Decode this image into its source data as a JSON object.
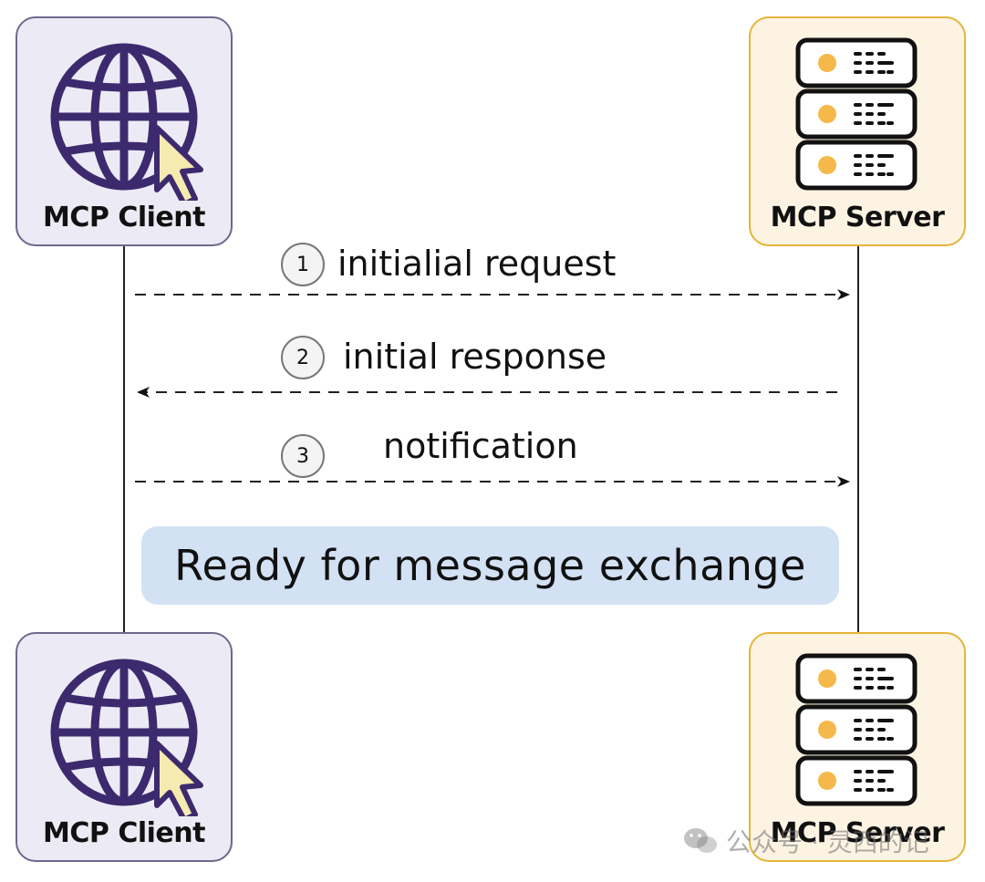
{
  "participants": {
    "client_label": "MCP Client",
    "server_label": "MCP Server"
  },
  "steps": [
    {
      "number": "1",
      "text": "initialial request",
      "direction": "client-to-server"
    },
    {
      "number": "2",
      "text": "initial response",
      "direction": "server-to-client"
    },
    {
      "number": "3",
      "text": "notification",
      "direction": "client-to-server"
    }
  ],
  "banner": {
    "text": "Ready for message exchange"
  },
  "watermark": {
    "text": "公众号 · 灵西的记"
  },
  "colors": {
    "client_fill": "#ecebf5",
    "client_border": "#6b6a8c",
    "server_fill": "#fdf3e3",
    "server_border": "#e3b53a",
    "globe": "#3d2a6e",
    "cursor": "#f5eab0",
    "server_led": "#f5b84a",
    "banner": "#d2e1f3"
  },
  "icons": {
    "client": "globe-cursor-icon",
    "server": "server-rack-icon"
  }
}
